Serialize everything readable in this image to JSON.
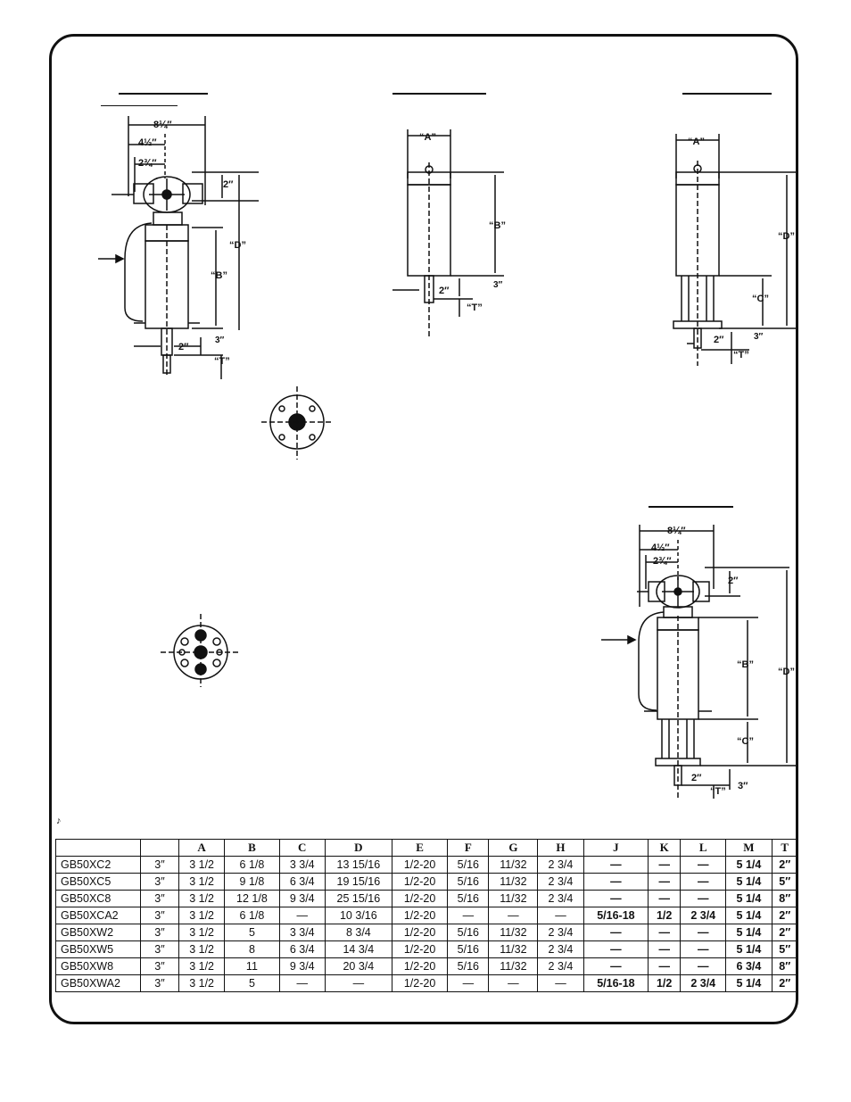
{
  "table": {
    "columns": [
      "",
      "",
      "A",
      "B",
      "C",
      "D",
      "E",
      "F",
      "G",
      "H",
      "J",
      "K",
      "L",
      "M",
      "T"
    ],
    "rows": [
      [
        "GB50XC2",
        "3″",
        "3 1/2",
        "6 1/8",
        "3 3/4",
        "13 15/16",
        "1/2-20",
        "5/16",
        "11/32",
        "2 3/4",
        "—",
        "—",
        "—",
        "5 1/4",
        "2″"
      ],
      [
        "GB50XC5",
        "3″",
        "3 1/2",
        "9 1/8",
        "6 3/4",
        "19 15/16",
        "1/2-20",
        "5/16",
        "11/32",
        "2 3/4",
        "—",
        "—",
        "—",
        "5 1/4",
        "5″"
      ],
      [
        "GB50XC8",
        "3″",
        "3 1/2",
        "12 1/8",
        "9 3/4",
        "25 15/16",
        "1/2-20",
        "5/16",
        "11/32",
        "2 3/4",
        "—",
        "—",
        "—",
        "5 1/4",
        "8″"
      ],
      [
        "GB50XCA2",
        "3″",
        "3 1/2",
        "6 1/8",
        "—",
        "10 3/16",
        "1/2-20",
        "—",
        "—",
        "—",
        "5/16-18",
        "1/2",
        "2 3/4",
        "5 1/4",
        "2″"
      ],
      [
        "GB50XW2",
        "3″",
        "3 1/2",
        "5",
        "3 3/4",
        "8 3/4",
        "1/2-20",
        "5/16",
        "11/32",
        "2 3/4",
        "—",
        "—",
        "—",
        "5 1/4",
        "2″"
      ],
      [
        "GB50XW5",
        "3″",
        "3 1/2",
        "8",
        "6 3/4",
        "14 3/4",
        "1/2-20",
        "5/16",
        "11/32",
        "2 3/4",
        "—",
        "—",
        "—",
        "5 1/4",
        "5″"
      ],
      [
        "GB50XW8",
        "3″",
        "3 1/2",
        "11",
        "9 3/4",
        "20 3/4",
        "1/2-20",
        "5/16",
        "11/32",
        "2 3/4",
        "—",
        "—",
        "—",
        "6 3/4",
        "8″"
      ],
      [
        "GB50XWA2",
        "3″",
        "3 1/2",
        "5",
        "—",
        "—",
        "1/2-20",
        "—",
        "—",
        "—",
        "5/16-18",
        "1/2",
        "2 3/4",
        "5 1/4",
        "2″"
      ]
    ]
  },
  "labels": {
    "w_8_1_4": "8¼″",
    "w_4_1_2": "4½″",
    "w_2_3_4": "2¾″",
    "h_2": "2″",
    "h_3": "3″",
    "dim_a": "“A”",
    "dim_b": "“B”",
    "dim_c": "“C”",
    "dim_d": "“D”",
    "dim_t": "“T”"
  },
  "note_mark": "♪"
}
